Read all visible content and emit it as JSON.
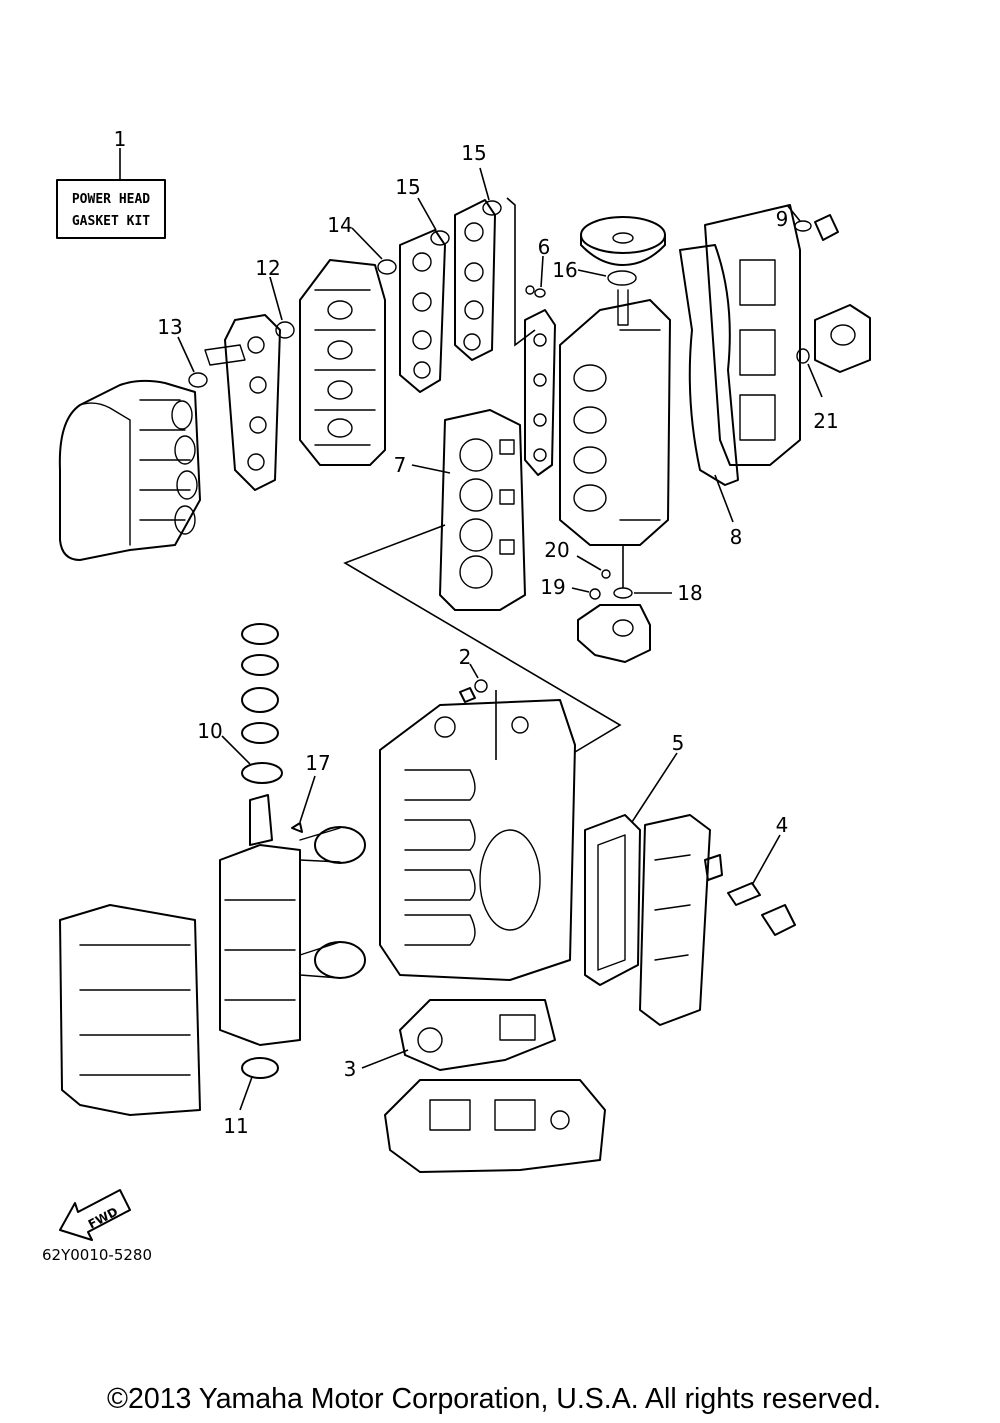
{
  "diagram": {
    "kit_label_line1": "POWER HEAD",
    "kit_label_line2": "GASKET KIT",
    "fwd_label": "FWD",
    "drawing_code": "62Y0010-5280",
    "copyright": "©2013 Yamaha Motor Corporation, U.S.A. All rights reserved."
  },
  "callouts": {
    "c1": "1",
    "c2": "2",
    "c3": "3",
    "c4": "4",
    "c5": "5",
    "c6": "6",
    "c7": "7",
    "c8": "8",
    "c9": "9",
    "c10": "10",
    "c11": "11",
    "c12": "12",
    "c13": "13",
    "c14": "14",
    "c15a": "15",
    "c15b": "15",
    "c16": "16",
    "c17": "17",
    "c18": "18",
    "c19": "19",
    "c20": "20",
    "c21": "21"
  }
}
